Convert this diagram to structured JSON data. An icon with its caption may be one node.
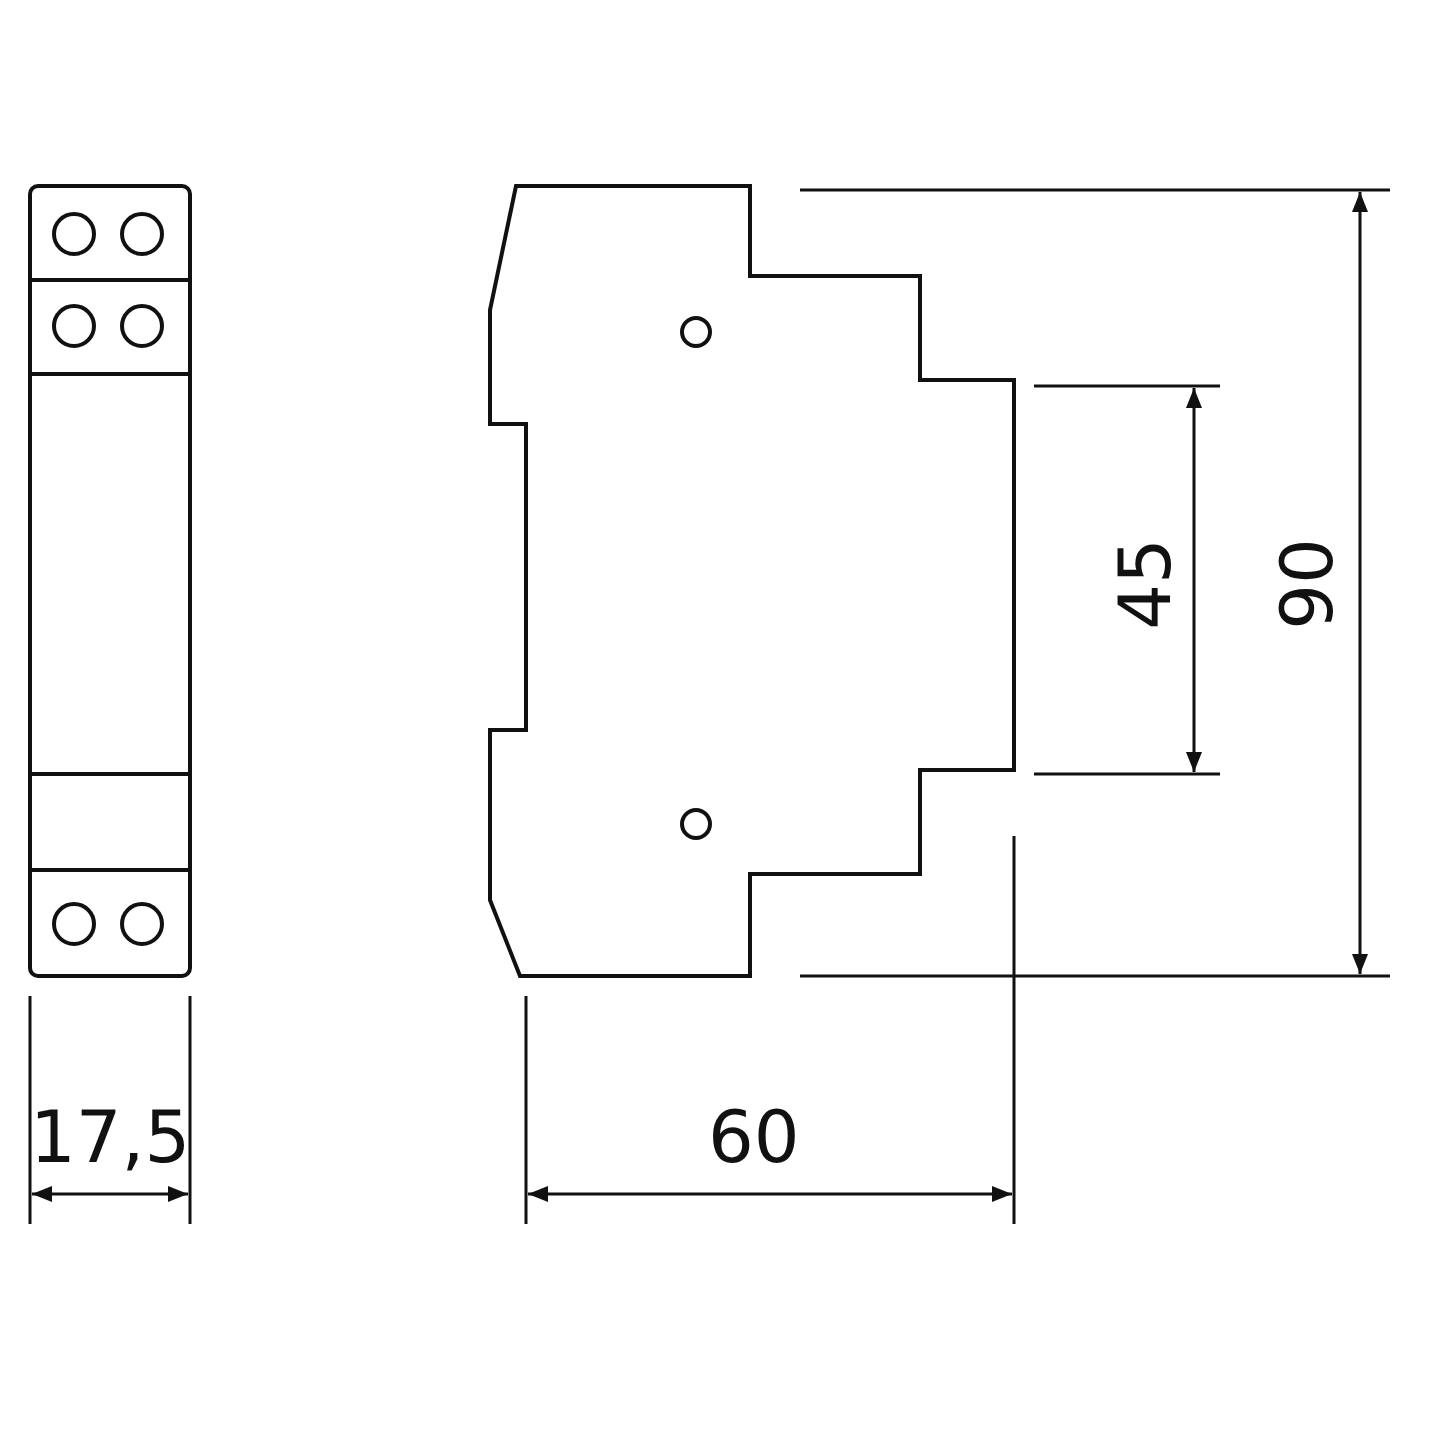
{
  "diagram": {
    "labels": [
      "45",
      "90",
      "17,5",
      "60"
    ]
  }
}
